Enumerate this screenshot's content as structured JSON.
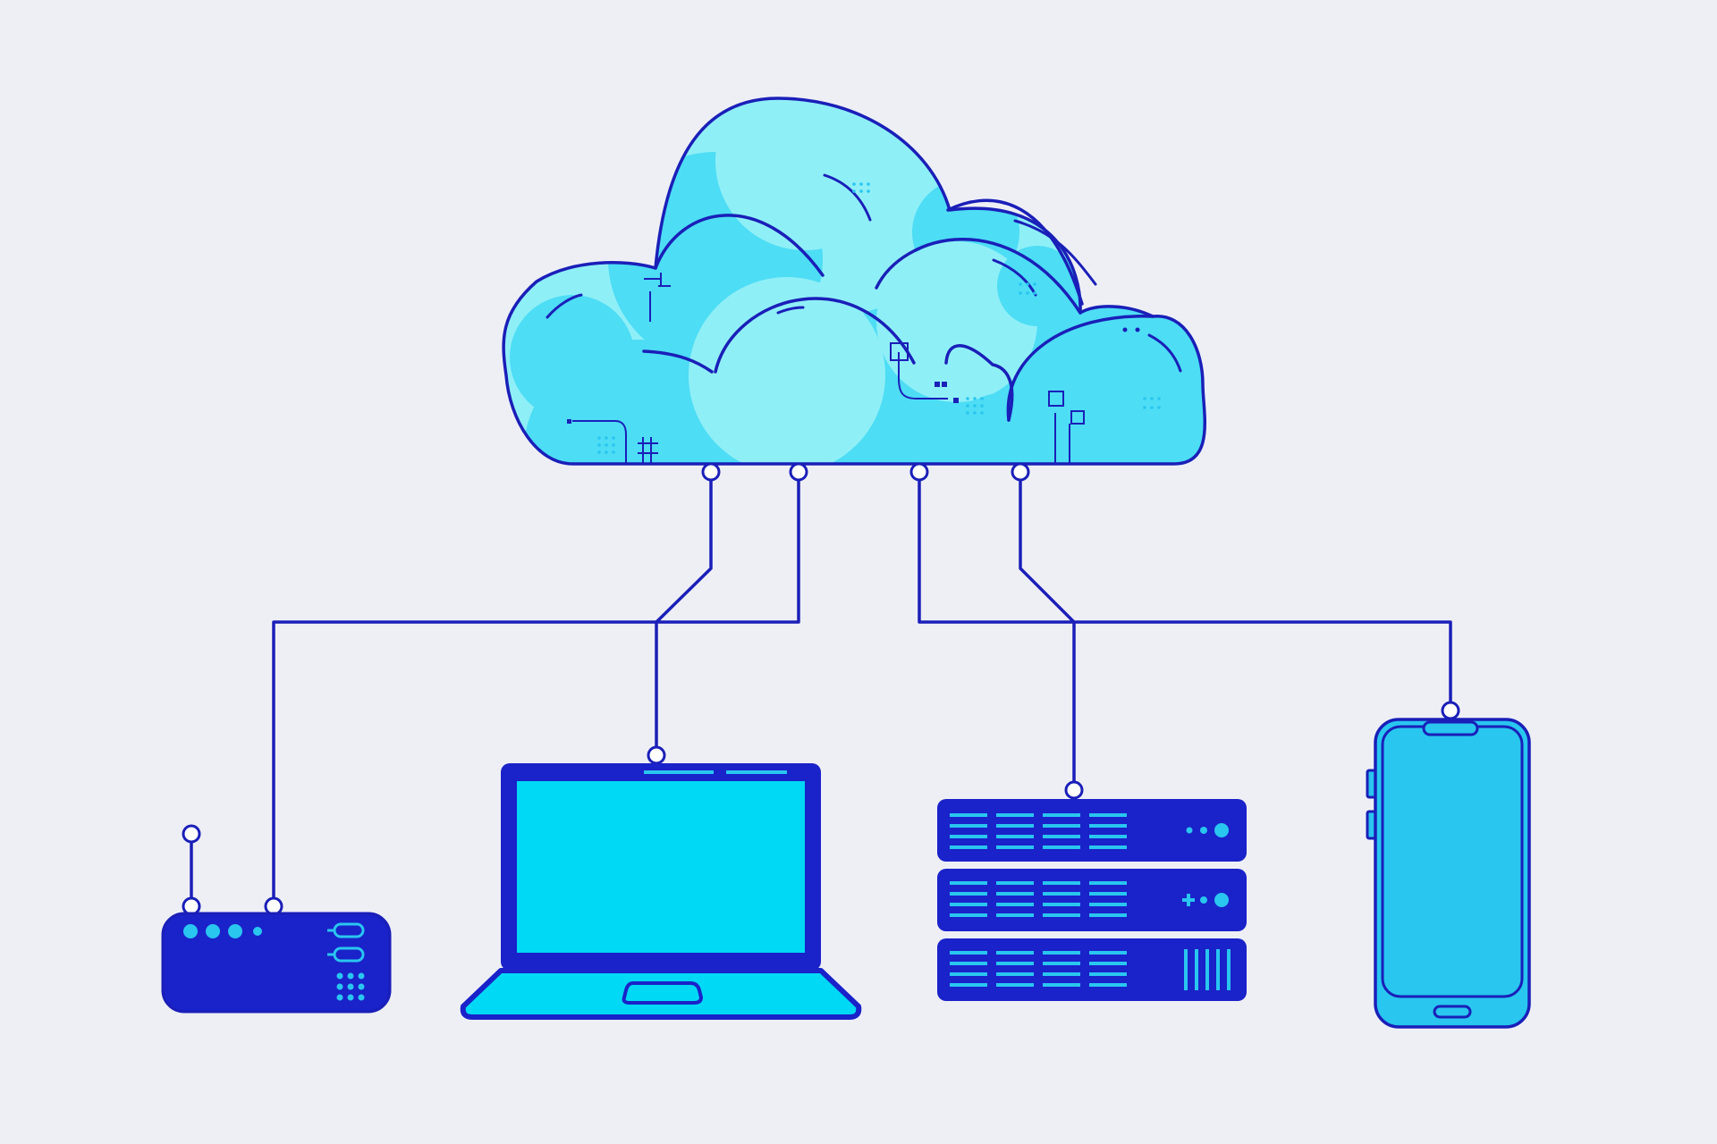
{
  "diagram": {
    "type": "cloud-network",
    "nodes": [
      {
        "id": "cloud",
        "icon": "cloud-icon"
      },
      {
        "id": "router",
        "icon": "router-icon"
      },
      {
        "id": "laptop",
        "icon": "laptop-icon"
      },
      {
        "id": "server",
        "icon": "server-rack-icon"
      },
      {
        "id": "smartphone",
        "icon": "smartphone-icon"
      }
    ],
    "edges": [
      {
        "from": "cloud",
        "to": "router"
      },
      {
        "from": "cloud",
        "to": "laptop"
      },
      {
        "from": "cloud",
        "to": "server"
      },
      {
        "from": "cloud",
        "to": "smartphone"
      }
    ]
  },
  "colors": {
    "background": "#EEEFF5",
    "stroke": "#1A1FB8",
    "device_dark": "#1A22C9",
    "cloud_light": "#8FEFF7",
    "cloud_mid": "#4DDDF5",
    "screen": "#00D9F5",
    "accent": "#29C6F0"
  }
}
